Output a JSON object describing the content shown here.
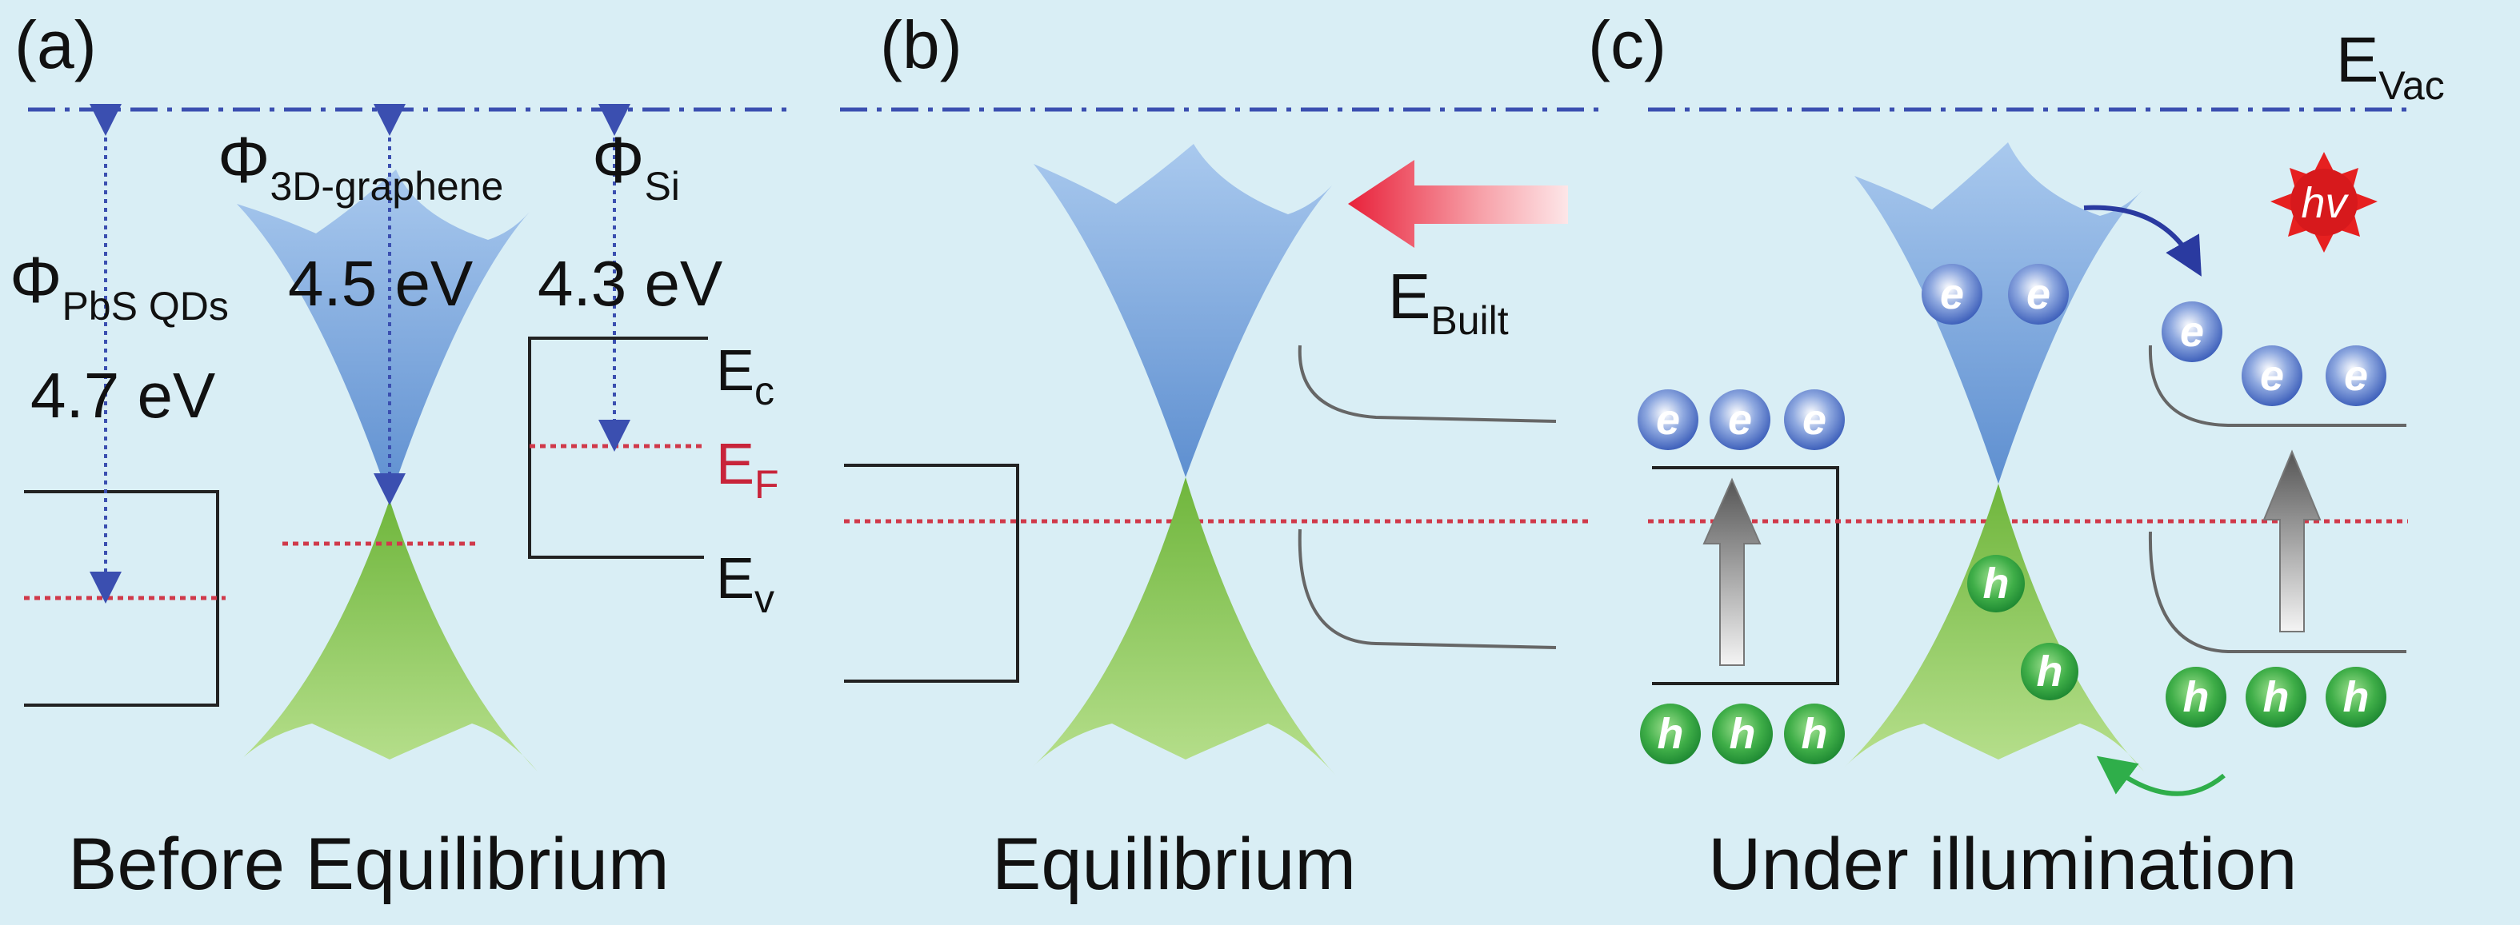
{
  "colors": {
    "background": "#d9eef5",
    "vacuum_line": "#3b4fb0",
    "fermi_line": "#d0394a",
    "cone_upper": "#6f9fd8",
    "cone_lower": "#8fc652",
    "electron": "#4a6fc4",
    "hole": "#3faf4a",
    "arrow_ebuilt": "#e8213a",
    "sun": "#e62020",
    "ef_label": "#c8243a"
  },
  "panels": [
    {
      "label": "(a)",
      "caption": "Before Equilibrium"
    },
    {
      "label": "(b)",
      "caption": "Equilibrium"
    },
    {
      "label": "(c)",
      "caption": "Under illumination"
    }
  ],
  "panel_a": {
    "phi_pbs": {
      "symbol": "Φ",
      "sub": "PbS QDs",
      "value": "4.7 eV"
    },
    "phi_graphene": {
      "symbol": "Φ",
      "sub": "3D-graphene",
      "value": "4.5 eV"
    },
    "phi_si": {
      "symbol": "Φ",
      "sub": "Si",
      "value": "4.3 eV"
    },
    "ec": {
      "main": "E",
      "sub": "c"
    },
    "ef": {
      "main": "E",
      "sub": "F"
    },
    "ev": {
      "main": "E",
      "sub": "v"
    }
  },
  "panel_b": {
    "ebuilt": {
      "main": "E",
      "sub": "Built"
    }
  },
  "panel_c": {
    "evac": {
      "main": "E",
      "sub": "Vac"
    },
    "electron_symbol": "e",
    "hole_symbol": "h",
    "photon_label": "hv"
  }
}
